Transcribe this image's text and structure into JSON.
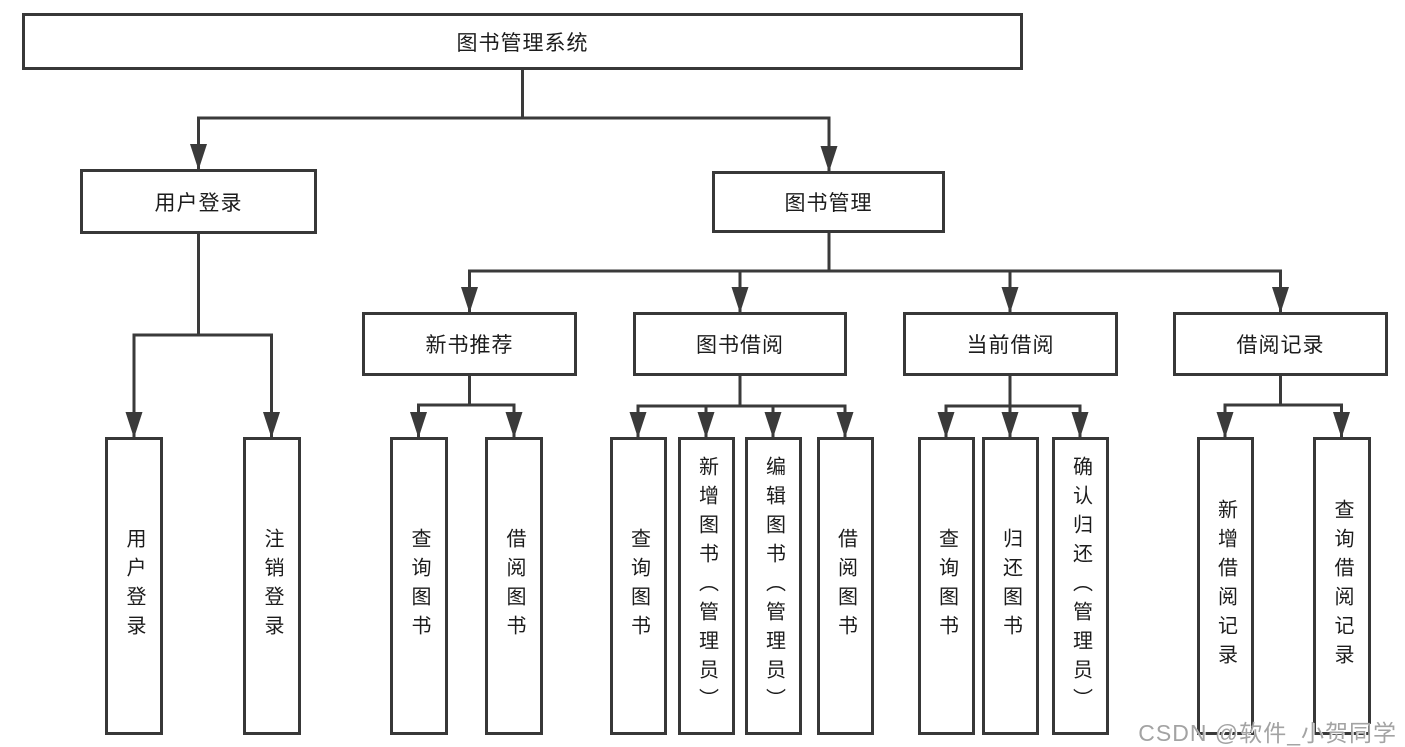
{
  "diagram": {
    "title": "图书管理系统",
    "root": {
      "label": "图书管理系统"
    },
    "level1": [
      {
        "label": "用户登录"
      },
      {
        "label": "图书管理"
      }
    ],
    "level2": [
      {
        "label": "新书推荐"
      },
      {
        "label": "图书借阅"
      },
      {
        "label": "当前借阅"
      },
      {
        "label": "借阅记录"
      }
    ],
    "leaves": [
      {
        "label": "用户登录"
      },
      {
        "label": "注销登录"
      },
      {
        "label": "查询图书"
      },
      {
        "label": "借阅图书"
      },
      {
        "label": "查询图书"
      },
      {
        "label": "新增图书（管理员）"
      },
      {
        "label": "编辑图书（管理员）"
      },
      {
        "label": "借阅图书"
      },
      {
        "label": "查询图书"
      },
      {
        "label": "归还图书"
      },
      {
        "label": "确认归还（管理员）"
      },
      {
        "label": "新增借阅记录"
      },
      {
        "label": "查询借阅记录"
      }
    ],
    "watermark": "CSDN @软件_小贺同学",
    "colors": {
      "line": "#3a3a3a",
      "box_border": "#383838",
      "text": "#1c1c1c",
      "watermark": "#a3a3a3",
      "background": "#ffffff"
    }
  }
}
